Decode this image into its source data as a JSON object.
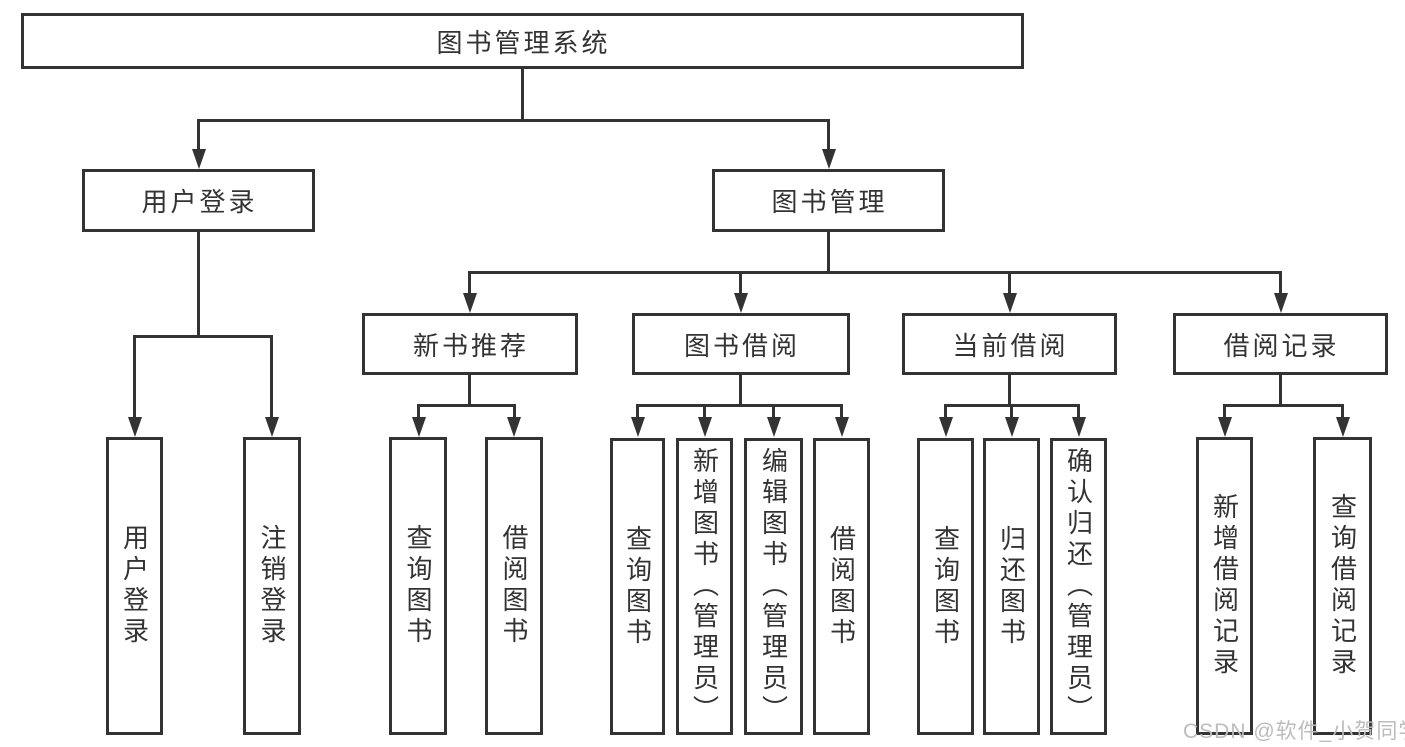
{
  "diagram_type": "hierarchy-tree",
  "root": {
    "label": "图书管理系统"
  },
  "level2": [
    {
      "label": "用户登录",
      "children": [
        "用户登录",
        "注销登录"
      ]
    },
    {
      "label": "图书管理",
      "children": [
        "新书推荐",
        "图书借阅",
        "当前借阅",
        "借阅记录"
      ]
    }
  ],
  "level3": [
    {
      "label": "新书推荐",
      "children": [
        "查询图书",
        "借阅图书"
      ]
    },
    {
      "label": "图书借阅",
      "children": [
        "查询图书",
        "新增图书（管理员）",
        "编辑图书（管理员）",
        "借阅图书"
      ]
    },
    {
      "label": "当前借阅",
      "children": [
        "查询图书",
        "归还图书",
        "确认归还（管理员）"
      ]
    },
    {
      "label": "借阅记录",
      "children": [
        "新增借阅记录",
        "查询借阅记录"
      ]
    }
  ],
  "leaves": [
    {
      "label": "用户登录",
      "parent": "用户登录"
    },
    {
      "label": "注销登录",
      "parent": "用户登录"
    },
    {
      "label": "查询图书",
      "parent": "新书推荐"
    },
    {
      "label": "借阅图书",
      "parent": "新书推荐"
    },
    {
      "label": "查询图书",
      "parent": "图书借阅"
    },
    {
      "label": "新增图书（管理员）",
      "parent": "图书借阅"
    },
    {
      "label": "编辑图书（管理员）",
      "parent": "图书借阅"
    },
    {
      "label": "借阅图书",
      "parent": "图书借阅"
    },
    {
      "label": "查询图书",
      "parent": "当前借阅"
    },
    {
      "label": "归还图书",
      "parent": "当前借阅"
    },
    {
      "label": "确认归还（管理员）",
      "parent": "当前借阅"
    },
    {
      "label": "新增借阅记录",
      "parent": "借阅记录"
    },
    {
      "label": "查询借阅记录",
      "parent": "借阅记录"
    }
  ],
  "watermark": {
    "text": "CSDN @软件_小贺同学"
  },
  "colors": {
    "line": "#333333",
    "text": "#333333",
    "watermark": "#bcbcbc",
    "background": "#ffffff"
  }
}
